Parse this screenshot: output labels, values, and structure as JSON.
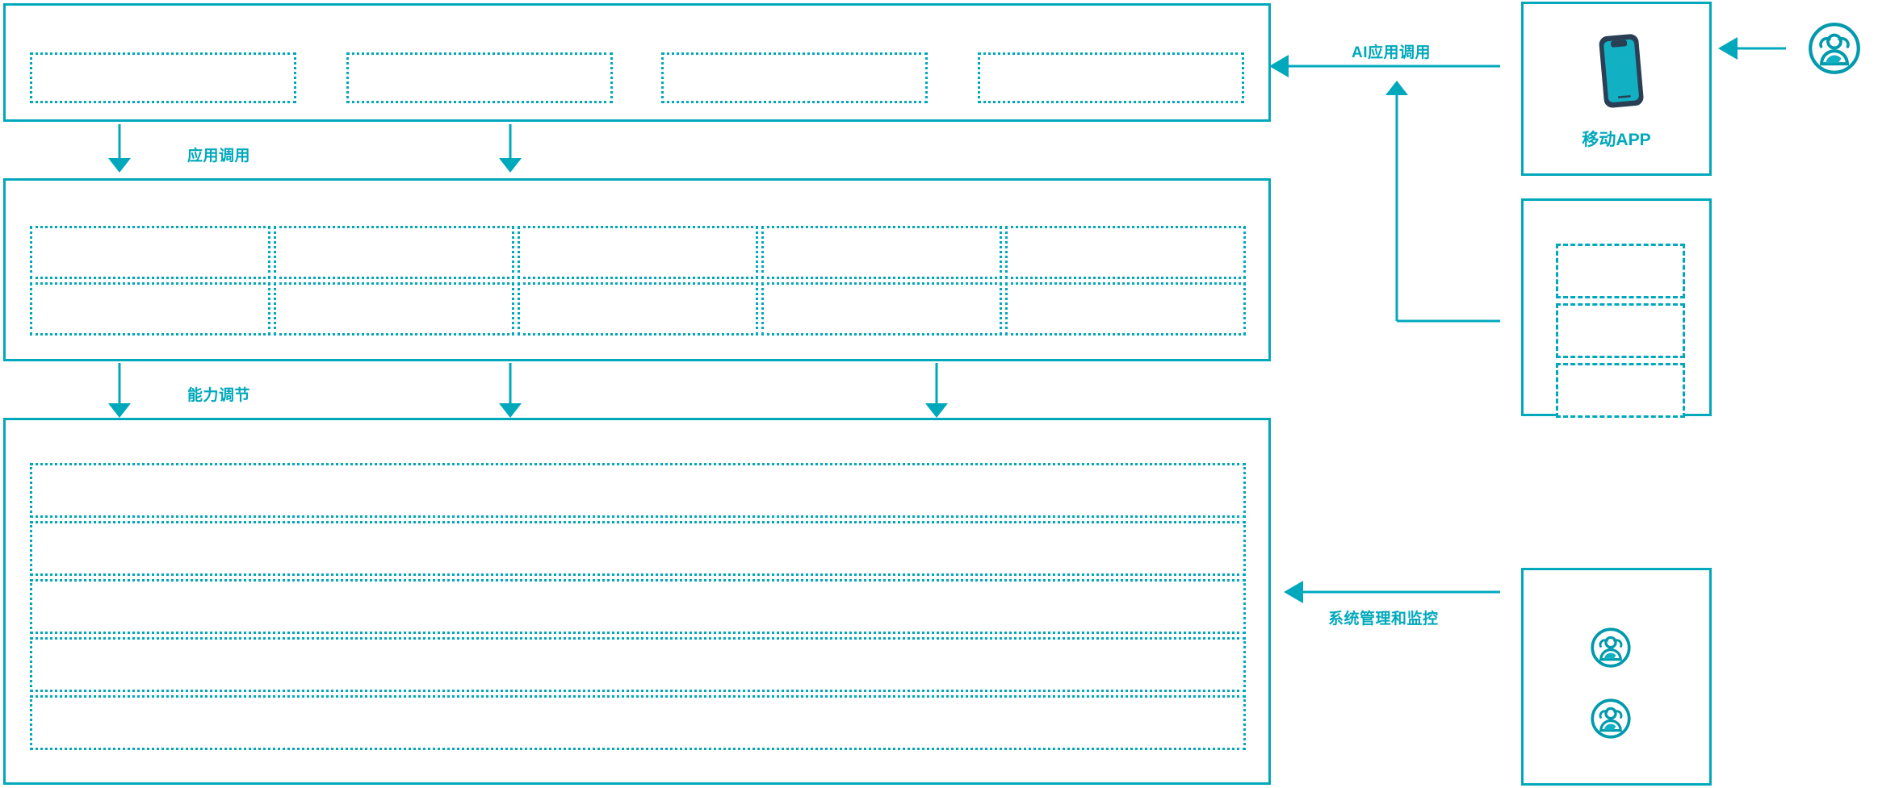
{
  "theme": {
    "accent": "#00a8bc",
    "device_frame": "#2a3f54",
    "background": "#ffffff"
  },
  "diagram": {
    "title": "",
    "layers": [
      {
        "id": "application-layer",
        "name": "application-layer",
        "slots": [
          {
            "id": "app-slot-1",
            "label": ""
          },
          {
            "id": "app-slot-2",
            "label": ""
          },
          {
            "id": "app-slot-3",
            "label": ""
          },
          {
            "id": "app-slot-4",
            "label": ""
          }
        ]
      },
      {
        "id": "capability-layer",
        "name": "capability-layer",
        "slots": [
          {
            "id": "cap-slot-r1c1",
            "label": ""
          },
          {
            "id": "cap-slot-r1c2",
            "label": ""
          },
          {
            "id": "cap-slot-r1c3",
            "label": ""
          },
          {
            "id": "cap-slot-r1c4",
            "label": ""
          },
          {
            "id": "cap-slot-r1c5",
            "label": ""
          },
          {
            "id": "cap-slot-r2c1",
            "label": ""
          },
          {
            "id": "cap-slot-r2c2",
            "label": ""
          },
          {
            "id": "cap-slot-r2c3",
            "label": ""
          },
          {
            "id": "cap-slot-r2c4",
            "label": ""
          },
          {
            "id": "cap-slot-r2c5",
            "label": ""
          }
        ]
      },
      {
        "id": "platform-layer",
        "name": "platform-layer",
        "slots": [
          {
            "id": "plat-row-1",
            "label": ""
          },
          {
            "id": "plat-row-2",
            "label": ""
          },
          {
            "id": "plat-row-3",
            "label": ""
          },
          {
            "id": "plat-row-4",
            "label": ""
          },
          {
            "id": "plat-row-5",
            "label": ""
          }
        ]
      }
    ],
    "connectors": [
      {
        "id": "conn-app-invoke",
        "label": "应用调用",
        "direction": "down"
      },
      {
        "id": "conn-capability-adjust",
        "label": "能力调节",
        "direction": "down"
      },
      {
        "id": "conn-ai-app-invoke",
        "label": "AI应用调用",
        "direction": "left"
      },
      {
        "id": "conn-system-admin",
        "label": "系统管理和监控",
        "direction": "left"
      }
    ],
    "right_column": {
      "mobile_app_card": {
        "id": "mobile-app-card",
        "label": "移动APP",
        "icon": "smartphone-icon"
      },
      "channel_card": {
        "id": "channel-card",
        "label": "",
        "slots": [
          {
            "id": "channel-slot-1",
            "label": ""
          },
          {
            "id": "channel-slot-2",
            "label": ""
          },
          {
            "id": "channel-slot-3",
            "label": ""
          }
        ]
      },
      "operations_card": {
        "id": "operations-card",
        "label": "",
        "icons": [
          {
            "id": "operator-icon-1",
            "icon": "user-group-icon"
          },
          {
            "id": "operator-icon-2",
            "icon": "user-group-icon"
          }
        ]
      },
      "end_user": {
        "id": "end-user-actor",
        "label": "",
        "icon": "user-group-icon"
      }
    }
  }
}
